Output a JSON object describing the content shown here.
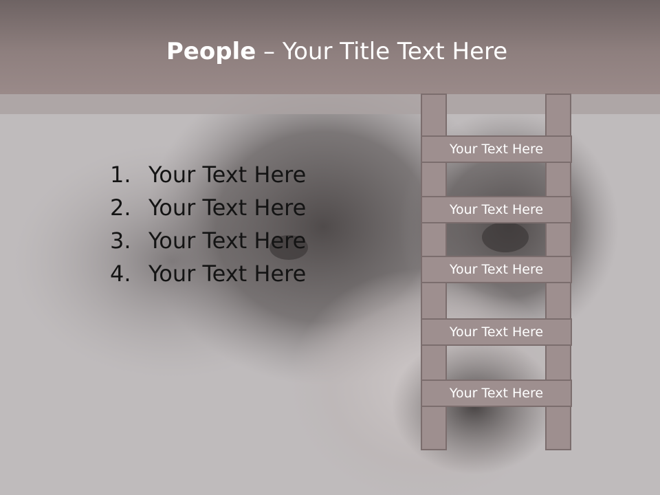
{
  "slide": {
    "title_bold": "People",
    "title_rest": " – Your Title Text Here",
    "list": [
      {
        "num": "1.",
        "text": "Your Text Here"
      },
      {
        "num": "2.",
        "text": "Your Text Here"
      },
      {
        "num": "3.",
        "text": "Your Text Here"
      },
      {
        "num": "4.",
        "text": "Your Text Here"
      }
    ],
    "ladder_steps": [
      "Your Text Here",
      "Your Text Here",
      "Your Text Here",
      "Your Text Here",
      "Your Text Here"
    ]
  },
  "colors": {
    "header": "#8e7f7e",
    "ladder_fill": "#9e8f8f",
    "ladder_border": "#7b6d6d",
    "background": "#bdb9ba"
  }
}
